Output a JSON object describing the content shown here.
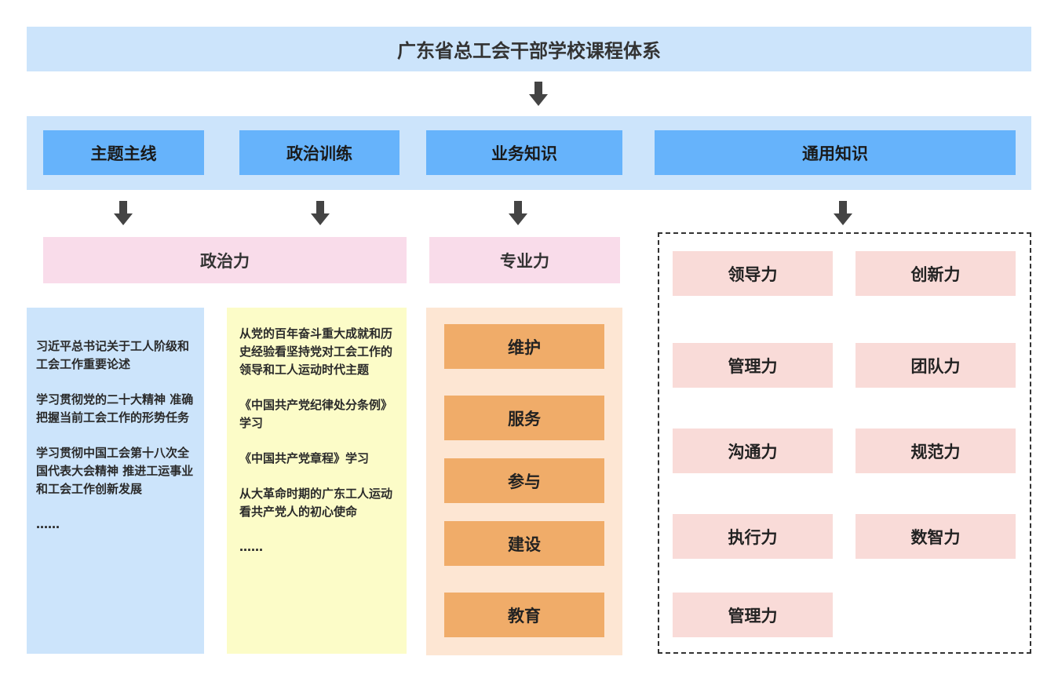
{
  "title": "广东省总工会干部学校课程体系",
  "categories": [
    {
      "label": "主题主线"
    },
    {
      "label": "政治训练"
    },
    {
      "label": "业务知识"
    },
    {
      "label": "通用知识"
    }
  ],
  "groups": {
    "political": "政治力",
    "professional": "专业力"
  },
  "column_blue": {
    "items": [
      "习近平总书记关于工人阶级和工会工作重要论述",
      "学习贯彻党的二十大精神 准确把握当前工会工作的形势任务",
      "学习贯彻中国工会第十八次全国代表大会精神 推进工运事业和工会工作创新发展",
      "……"
    ]
  },
  "column_yellow": {
    "items": [
      "从党的百年奋斗重大成就和历史经验看坚持党对工会工作的领导和工人运动时代主题",
      "《中国共产党纪律处分条例》学习",
      "《中国共产党章程》学习",
      "从大革命时期的广东工人运动看共产党人的初心使命",
      "……"
    ]
  },
  "column_orange": {
    "items": [
      "维护",
      "服务",
      "参与",
      "建设",
      "教育"
    ]
  },
  "general_skills": [
    "领导力",
    "创新力",
    "管理力",
    "团队力",
    "沟通力",
    "规范力",
    "执行力",
    "数智力",
    "管理力"
  ],
  "colors": {
    "light_blue": "#cce4fb",
    "blue": "#66b3fb",
    "pink": "#f9dcea",
    "rose": "#f9dbd8",
    "yellow": "#fcfcc8",
    "peach": "#fde6d3",
    "orange": "#f0ac69",
    "arrow": "#444444"
  }
}
